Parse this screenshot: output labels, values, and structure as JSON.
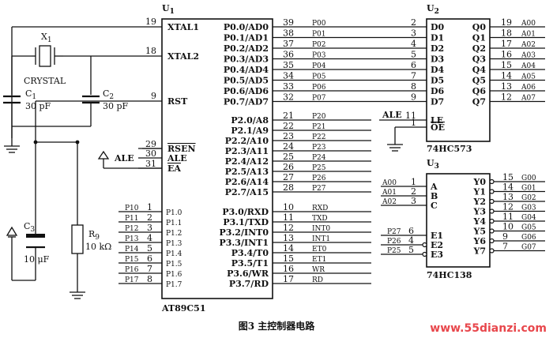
{
  "chips": {
    "u1": {
      "ref": "U",
      "sub": "1",
      "part": "AT89C51"
    },
    "u2": {
      "ref": "U",
      "sub": "2",
      "part": "74HC573"
    },
    "u3": {
      "ref": "U",
      "sub": "3",
      "part": "74HC138"
    }
  },
  "u1_left_top": [
    {
      "num": "19",
      "name": "XTAL1"
    },
    {
      "num": "18",
      "name": "XTAL2"
    },
    {
      "num": "9",
      "name": "RST"
    }
  ],
  "u1_left_mid": [
    {
      "num": "29",
      "name": "RSEN",
      "net": "",
      "overline": true
    },
    {
      "num": "30",
      "name": "ALE",
      "net": "ALE"
    },
    {
      "num": "31",
      "name": "EA",
      "net": "",
      "overline": true
    }
  ],
  "u1_p1": [
    {
      "num": "1",
      "net": "P10",
      "name": "P1.0"
    },
    {
      "num": "2",
      "net": "P11",
      "name": "P1.1"
    },
    {
      "num": "3",
      "net": "P12",
      "name": "P1.2"
    },
    {
      "num": "4",
      "net": "P13",
      "name": "P1.3"
    },
    {
      "num": "5",
      "net": "P14",
      "name": "P1.4"
    },
    {
      "num": "6",
      "net": "P15",
      "name": "P1.5"
    },
    {
      "num": "7",
      "net": "P16",
      "name": "P1.6"
    },
    {
      "num": "8",
      "net": "P17",
      "name": "P1.7"
    }
  ],
  "u1_p0": [
    {
      "name": "P0.0/AD0",
      "num": "39",
      "net": "P00"
    },
    {
      "name": "P0.1/AD1",
      "num": "38",
      "net": "P01"
    },
    {
      "name": "P0.2/AD2",
      "num": "37",
      "net": "P02"
    },
    {
      "name": "P0.3/AD3",
      "num": "36",
      "net": "P03"
    },
    {
      "name": "P0.4/AD4",
      "num": "35",
      "net": "P04"
    },
    {
      "name": "P0.5/AD5",
      "num": "34",
      "net": "P05"
    },
    {
      "name": "P0.6/AD6",
      "num": "33",
      "net": "P06"
    },
    {
      "name": "P0.7/AD7",
      "num": "32",
      "net": "P07"
    }
  ],
  "u1_p2": [
    {
      "name": "P2.0/A8",
      "num": "21",
      "net": "P20"
    },
    {
      "name": "P2.1/A9",
      "num": "22",
      "net": "P21"
    },
    {
      "name": "P2.2/A10",
      "num": "23",
      "net": "P22"
    },
    {
      "name": "P2.3/A11",
      "num": "24",
      "net": "P23"
    },
    {
      "name": "P2.4/A12",
      "num": "25",
      "net": "P24"
    },
    {
      "name": "P2.5/A13",
      "num": "26",
      "net": "P25"
    },
    {
      "name": "P2.6/A14",
      "num": "27",
      "net": "P26"
    },
    {
      "name": "P2.7/A15",
      "num": "28",
      "net": "P27"
    }
  ],
  "u1_p3": [
    {
      "name": "P3.0/RXD",
      "num": "10",
      "net": "RXD"
    },
    {
      "name": "P3.1/TXD",
      "num": "11",
      "net": "TXD"
    },
    {
      "name": "P3.2/INT0",
      "num": "12",
      "net": "INT0"
    },
    {
      "name": "P3.3/INT1",
      "num": "13",
      "net": "INT1"
    },
    {
      "name": "P3.4/T0",
      "num": "14",
      "net": "ET0"
    },
    {
      "name": "P3.5/T1",
      "num": "15",
      "net": "ET1"
    },
    {
      "name": "P3.6/WR",
      "num": "16",
      "net": "WR"
    },
    {
      "name": "P3.7/RD",
      "num": "17",
      "net": "RD"
    }
  ],
  "u2_inputs": [
    {
      "num": "2",
      "name": "D0"
    },
    {
      "num": "3",
      "name": "D1"
    },
    {
      "num": "4",
      "name": "D2"
    },
    {
      "num": "5",
      "name": "D3"
    },
    {
      "num": "6",
      "name": "D4"
    },
    {
      "num": "7",
      "name": "D5"
    },
    {
      "num": "8",
      "name": "D6"
    },
    {
      "num": "9",
      "name": "D7"
    }
  ],
  "u2_outputs": [
    {
      "name": "Q0",
      "num": "19",
      "net": "A00"
    },
    {
      "name": "Q1",
      "num": "18",
      "net": "A01"
    },
    {
      "name": "Q2",
      "num": "17",
      "net": "A02"
    },
    {
      "name": "Q3",
      "num": "16",
      "net": "A03"
    },
    {
      "name": "Q4",
      "num": "15",
      "net": "A04"
    },
    {
      "name": "Q5",
      "num": "14",
      "net": "A05"
    },
    {
      "name": "Q6",
      "num": "13",
      "net": "A06"
    },
    {
      "name": "Q7",
      "num": "12",
      "net": "A07"
    }
  ],
  "u2_ctrl": [
    {
      "net": "ALE",
      "num": "11",
      "name": "LE"
    },
    {
      "net": "",
      "num": "1",
      "name": "OE"
    }
  ],
  "u3_inputs": [
    {
      "net": "A00",
      "num": "1",
      "name": "A"
    },
    {
      "net": "A01",
      "num": "2",
      "name": "B"
    },
    {
      "net": "A02",
      "num": "3",
      "name": "C"
    }
  ],
  "u3_enables": [
    {
      "net": "P27",
      "num": "6",
      "name": "E1"
    },
    {
      "net": "P26",
      "num": "4",
      "name": "E2"
    },
    {
      "net": "P25",
      "num": "5",
      "name": "E3"
    }
  ],
  "u3_outputs": [
    {
      "name": "Y0",
      "num": "15",
      "net": "G00"
    },
    {
      "name": "Y1",
      "num": "14",
      "net": "G01"
    },
    {
      "name": "Y2",
      "num": "13",
      "net": "G02"
    },
    {
      "name": "Y3",
      "num": "12",
      "net": "G03"
    },
    {
      "name": "Y4",
      "num": "11",
      "net": "G04"
    },
    {
      "name": "Y5",
      "num": "10",
      "net": "G05"
    },
    {
      "name": "Y6",
      "num": "9",
      "net": "G06"
    },
    {
      "name": "Y7",
      "num": "7",
      "net": "G07"
    }
  ],
  "parts": {
    "x1": {
      "ref": "X",
      "sub": "1",
      "value": "CRYSTAL"
    },
    "c1": {
      "ref": "C",
      "sub": "1",
      "value": "30 pF"
    },
    "c2": {
      "ref": "C",
      "sub": "2",
      "value": "30 pF"
    },
    "c3": {
      "ref": "C",
      "sub": "3",
      "value": "10 μF"
    },
    "r9": {
      "ref": "R",
      "sub": "9",
      "value": "10 kΩ"
    }
  },
  "caption": "图3    主控制器电路",
  "watermark": "www.55dianzi.com"
}
